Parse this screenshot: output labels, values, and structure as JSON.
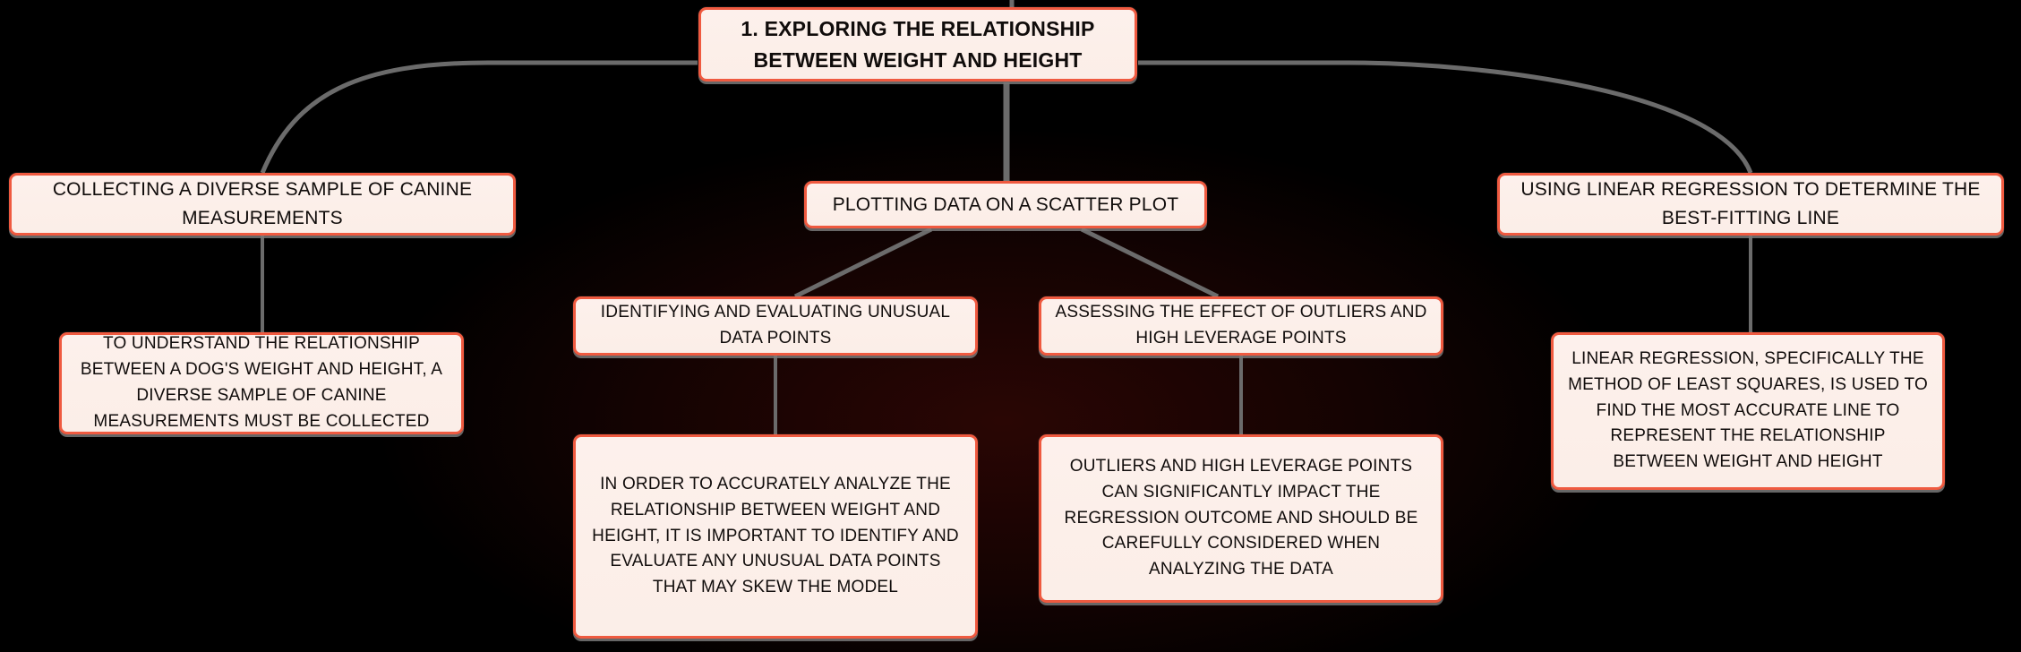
{
  "diagram": {
    "type": "mind-map",
    "title": "1. EXPLORING THE RELATIONSHIP BETWEEN WEIGHT AND HEIGHT",
    "colors": {
      "background": "#000000",
      "node_fill": "#fcefe9",
      "node_border": "#ef5a40",
      "connector": "#6b6b6b",
      "text": "#100c0b"
    },
    "nodes": {
      "root": {
        "label": "1. EXPLORING THE RELATIONSHIP BETWEEN WEIGHT AND HEIGHT",
        "level": 0
      },
      "collect": {
        "label": "COLLECTING A DIVERSE SAMPLE OF CANINE MEASUREMENTS",
        "level": 1
      },
      "plot": {
        "label": "PLOTTING DATA ON A SCATTER PLOT",
        "level": 1
      },
      "regress": {
        "label": "USING LINEAR REGRESSION TO DETERMINE THE BEST-FITTING LINE",
        "level": 1
      },
      "identify": {
        "label": "IDENTIFYING AND EVALUATING UNUSUAL DATA POINTS",
        "level": 2
      },
      "assess": {
        "label": "ASSESSING THE EFFECT OF OUTLIERS AND HIGH LEVERAGE POINTS",
        "level": 2
      },
      "leaf_left": {
        "label": "TO UNDERSTAND THE RELATIONSHIP BETWEEN A DOG'S WEIGHT AND HEIGHT, A DIVERSE SAMPLE OF CANINE MEASUREMENTS MUST BE COLLECTED",
        "level": 2
      },
      "leaf_mid1": {
        "label": "IN ORDER TO ACCURATELY ANALYZE THE RELATIONSHIP BETWEEN WEIGHT AND HEIGHT, IT IS IMPORTANT TO IDENTIFY AND EVALUATE ANY UNUSUAL DATA POINTS THAT MAY SKEW THE MODEL",
        "level": 3
      },
      "leaf_mid2": {
        "label": "OUTLIERS AND HIGH LEVERAGE POINTS CAN SIGNIFICANTLY IMPACT THE REGRESSION OUTCOME AND SHOULD BE CAREFULLY CONSIDERED WHEN ANALYZING THE DATA",
        "level": 3
      },
      "leaf_right": {
        "label": "LINEAR REGRESSION, SPECIFICALLY THE METHOD OF LEAST SQUARES, IS USED TO FIND THE MOST ACCURATE LINE TO REPRESENT THE RELATIONSHIP BETWEEN WEIGHT AND HEIGHT",
        "level": 2
      }
    },
    "edges": [
      {
        "from": "root",
        "to": "collect"
      },
      {
        "from": "root",
        "to": "plot"
      },
      {
        "from": "root",
        "to": "regress"
      },
      {
        "from": "collect",
        "to": "leaf_left"
      },
      {
        "from": "plot",
        "to": "identify"
      },
      {
        "from": "plot",
        "to": "assess"
      },
      {
        "from": "identify",
        "to": "leaf_mid1"
      },
      {
        "from": "assess",
        "to": "leaf_mid2"
      },
      {
        "from": "regress",
        "to": "leaf_right"
      }
    ]
  }
}
